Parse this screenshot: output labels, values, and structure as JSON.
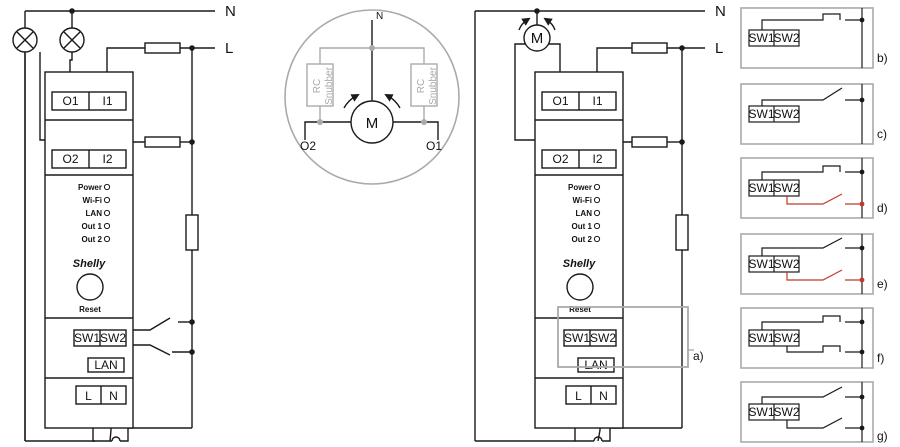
{
  "lines": {
    "neutral": "N",
    "live": "L"
  },
  "device": {
    "terminals_top": [
      "O1",
      "I1"
    ],
    "terminals_mid": [
      "O2",
      "I2"
    ],
    "indicators": [
      "Power",
      "Wi-Fi",
      "LAN",
      "Out 1",
      "Out 2"
    ],
    "logo": "Shelly",
    "reset_label": "Reset",
    "switch_inputs": [
      "SW1",
      "SW2"
    ],
    "lan_label": "LAN",
    "power_terminals": [
      "L",
      "N"
    ]
  },
  "motor_detail": {
    "neutral": "N",
    "motor": "M",
    "snubber_line1": "RC",
    "snubber_line2": "Snubber",
    "left_output": "O2",
    "right_output": "O1"
  },
  "callout_label": "a)",
  "variants": [
    "b)",
    "c)",
    "d)",
    "e)",
    "f)",
    "g)"
  ],
  "colors": {
    "line": "#1a1a1a",
    "gray": "#aaaaaa",
    "highlight": "#c0392b"
  }
}
